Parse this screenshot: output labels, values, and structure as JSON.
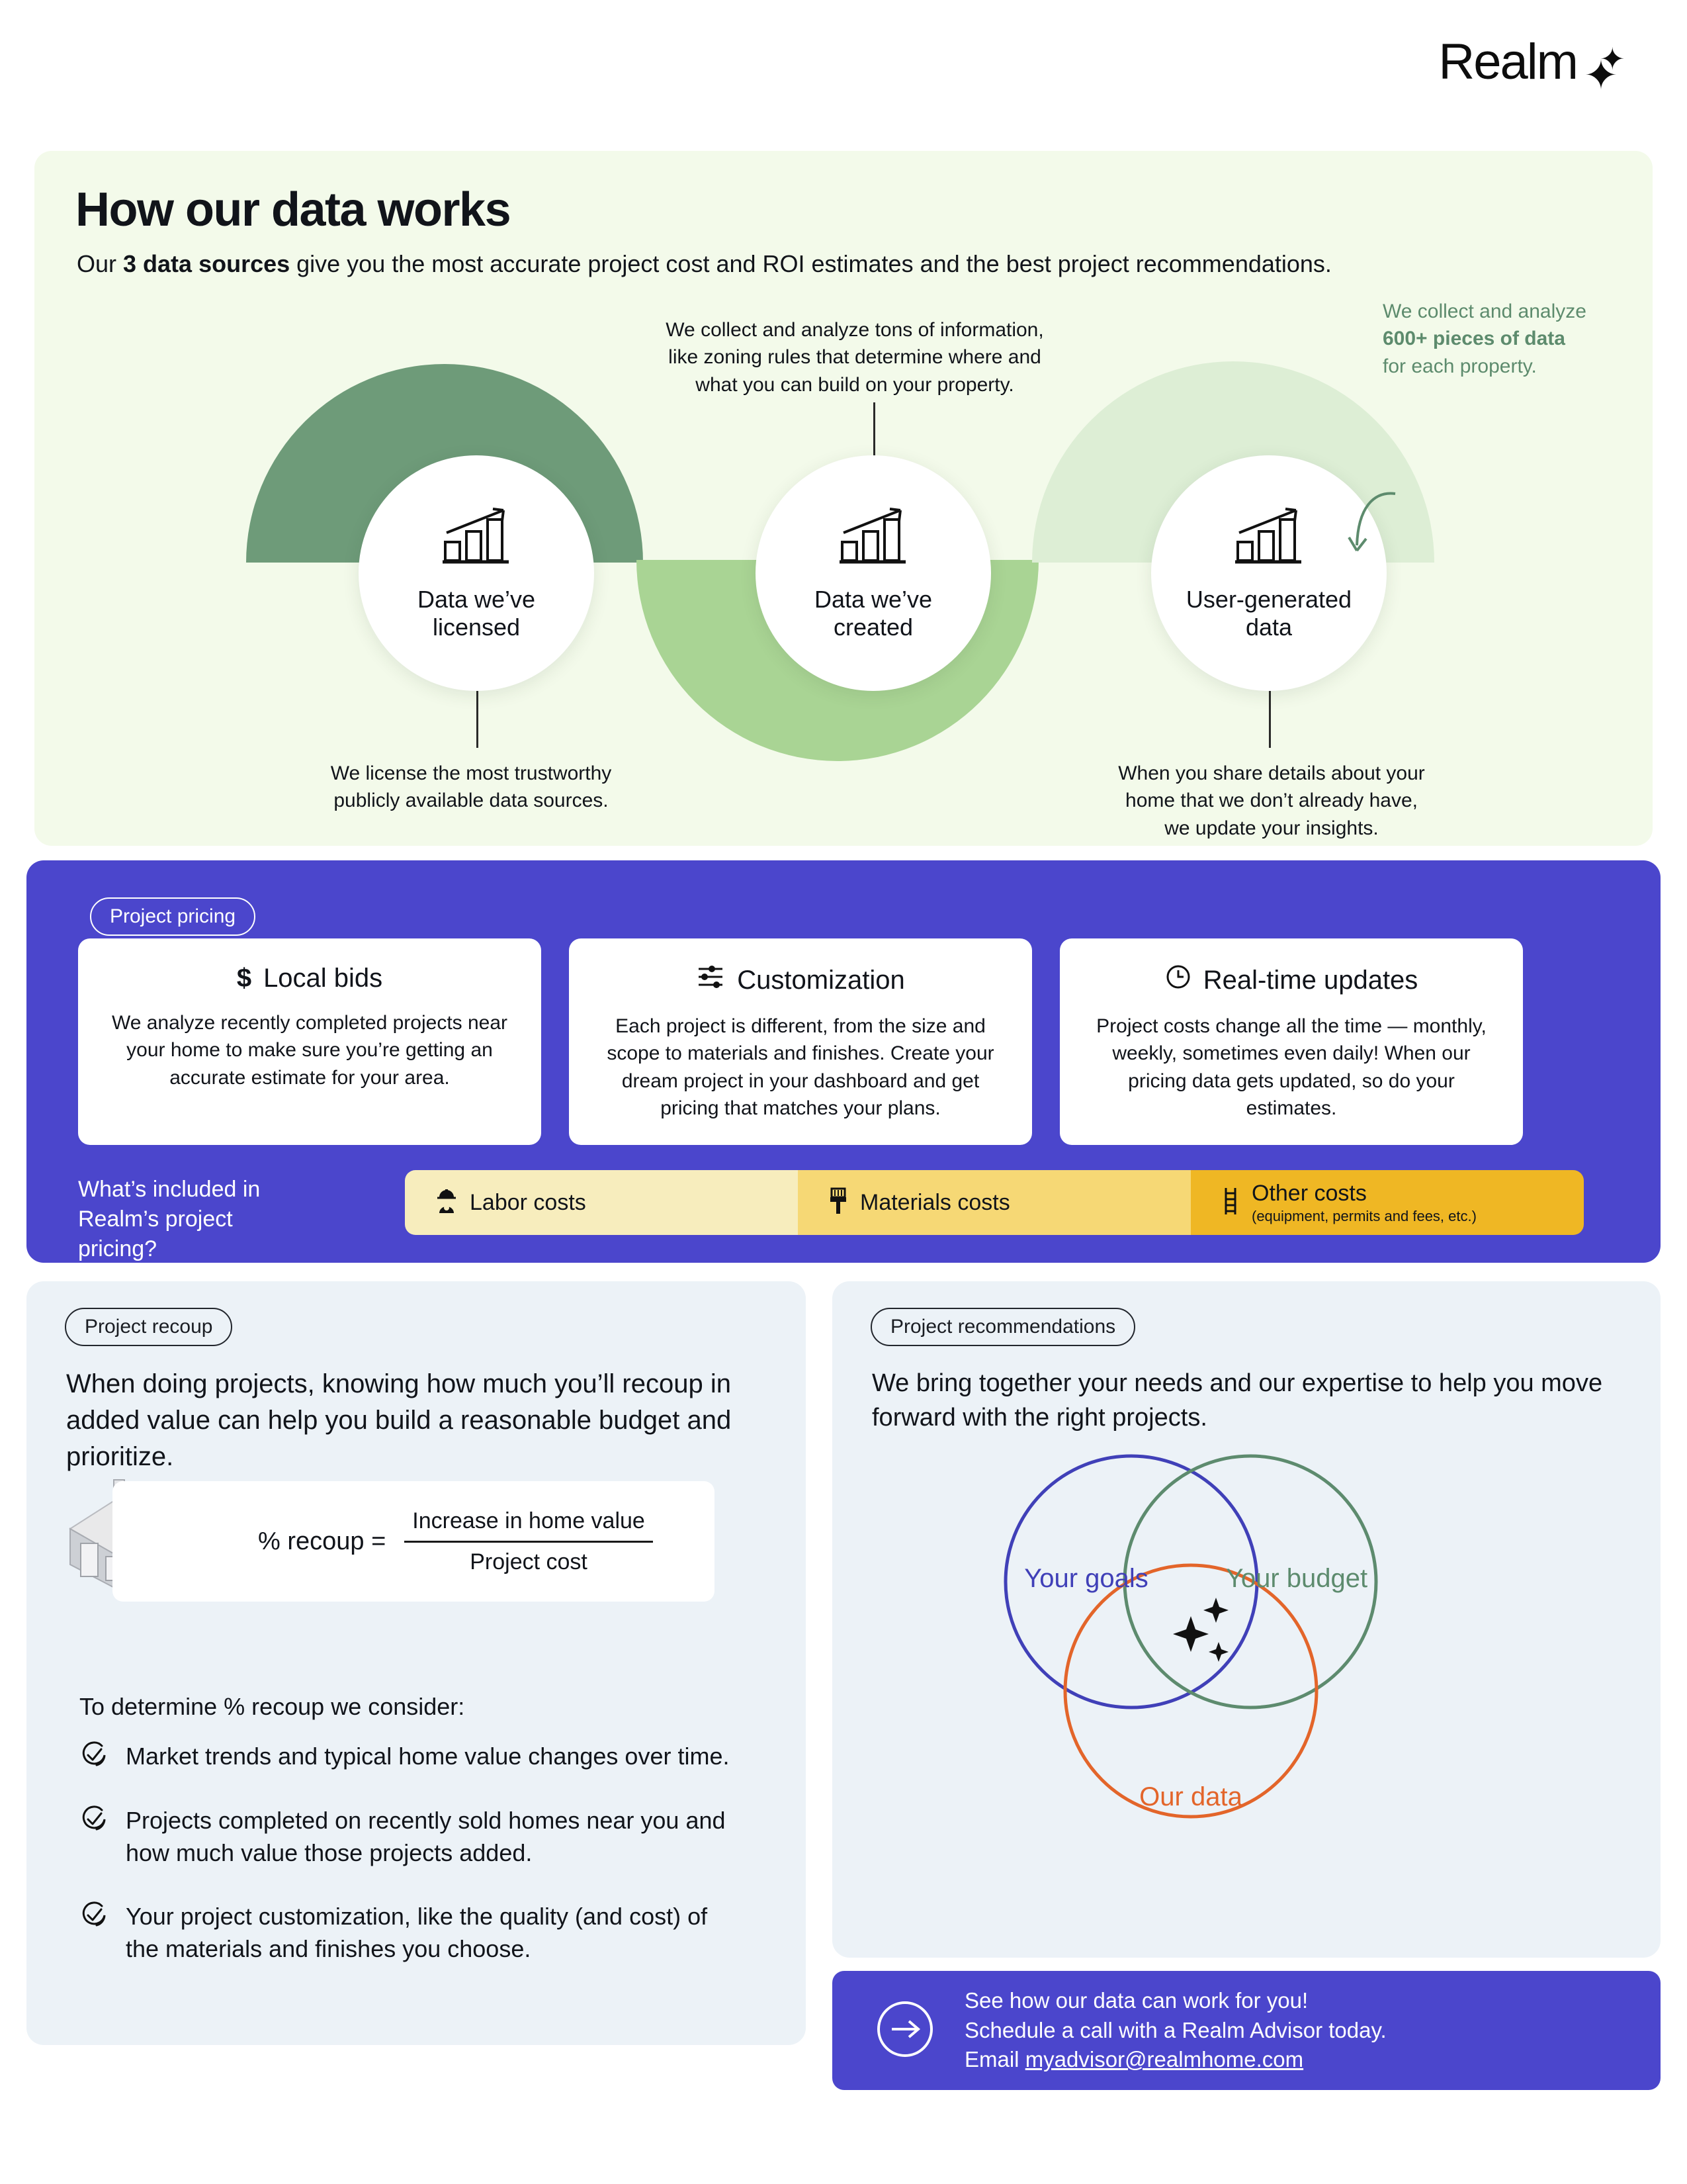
{
  "brand": {
    "name": "Realm",
    "sparkle_icon": "sparkle-icon"
  },
  "hero": {
    "title": "How our data works",
    "subtitle_pre": "Our ",
    "subtitle_bold": "3 data sources",
    "subtitle_post": " give you the most accurate project cost and ROI estimates and the best project recommendations.",
    "nodes": [
      {
        "label_line1": "Data we’ve",
        "label_line2": "licensed",
        "icon": "bar-chart-growth-icon"
      },
      {
        "label_line1": "Data we’ve",
        "label_line2": "created",
        "icon": "bar-chart-growth-icon"
      },
      {
        "label_line1": "User-generated",
        "label_line2": "data",
        "icon": "bar-chart-growth-icon"
      }
    ],
    "caption_top": "We collect and analyze tons of information,\nlike zoning rules that determine where and\nwhat you can build on your property.",
    "caption_left": "We license the most trustworthy\npublicly available data sources.",
    "caption_right": "When you share details about your\nhome that we don’t already have,\nwe update your insights.",
    "note": {
      "pre": "We collect and analyze",
      "bold": "600+ pieces of data",
      "post": "for each property."
    },
    "colors": {
      "bg": "#f3faea",
      "arc_dark": "#6e9b79",
      "arc_mid": "#a9d494",
      "arc_light": "#ddeed5",
      "note_text": "#5d8b6d"
    }
  },
  "pricing": {
    "badge": "Project pricing",
    "accent": "#4b46cc",
    "cards": [
      {
        "icon": "dollar-icon",
        "title": "Local bids",
        "body": "We analyze recently completed projects near your home to make sure you’re getting an accurate estimate for your area."
      },
      {
        "icon": "sliders-icon",
        "title": "Customization",
        "body": "Each project is different, from the size and scope to materials and finishes. Create your dream project in your dashboard and get pricing that matches your plans."
      },
      {
        "icon": "clock-icon",
        "title": "Real-time updates",
        "body": "Project costs change all the time — monthly, weekly, sometimes even daily! When our pricing data gets updated, so do your estimates."
      }
    ],
    "included_question": "What’s included in\nRealm’s project pricing?",
    "cost_segments": [
      {
        "icon": "worker-icon",
        "label": "Labor costs",
        "sub": "",
        "color": "#f7edbd"
      },
      {
        "icon": "paintbrush-icon",
        "label": "Materials costs",
        "sub": "",
        "color": "#f6d875"
      },
      {
        "icon": "ladder-icon",
        "label": "Other costs",
        "sub": "(equipment, permits and fees, etc.)",
        "color": "#efb724"
      }
    ]
  },
  "recoup": {
    "badge": "Project recoup",
    "lead": "When doing projects, knowing how much you’ll recoup in added value can help you build a reasonable budget and prioritize.",
    "house_icon": "house-3d-icon",
    "formula": {
      "lhs": "% recoup =",
      "numerator": "Increase in home value",
      "denominator": "Project cost"
    },
    "consider_heading": "To determine % recoup we consider:",
    "items": [
      "Market trends and typical home value changes over time.",
      "Projects completed on recently sold homes near you and how much value those projects added.",
      "Your project customization, like the quality (and cost) of the materials and finishes you choose."
    ],
    "check_icon": "check-circle-icon",
    "bg": "#ecf2f7"
  },
  "recommendations": {
    "badge": "Project recommendations",
    "lead": "We bring together your needs and our expertise to help you move forward with the right projects.",
    "venn": {
      "circles": [
        {
          "label": "Your goals",
          "color": "#4040b8"
        },
        {
          "label": "Your budget",
          "color": "#5d8b6e"
        },
        {
          "label": "Our data",
          "color": "#e3652a"
        }
      ],
      "center_icon": "sparkle-icon"
    }
  },
  "cta": {
    "icon": "arrow-right-circle-icon",
    "line1": "See how our data can work for you!",
    "line2": "Schedule a call with a Realm Advisor today.",
    "line3_pre": "Email ",
    "email": "myadvisor@realmhome.com",
    "bg": "#4b46cc"
  }
}
